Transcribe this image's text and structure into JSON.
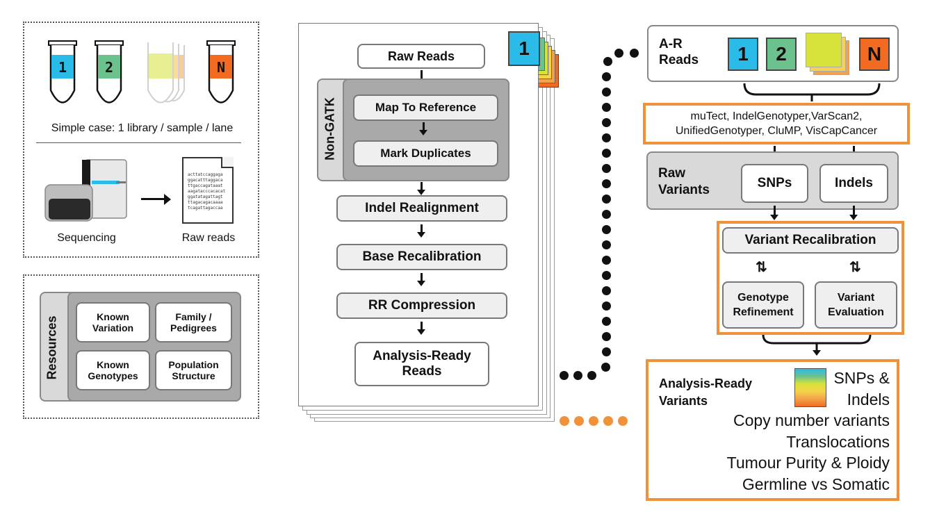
{
  "left_panel": {
    "tube_labels": [
      "1",
      "2",
      "N"
    ],
    "simple_case": "Simple case: 1 library / sample / lane",
    "sequencing_label": "Sequencing",
    "raw_reads_label": "Raw reads",
    "raw_reads_text": [
      "acttatccaggaga",
      "ggacatttaggaca",
      "ttgaccagataaat",
      "aagatacccacacat",
      "ggatatagattagt",
      "ttagacagacaaaa",
      "tcagattagaccaa"
    ]
  },
  "resources": {
    "title": "Resources",
    "items": [
      "Known\nVariation",
      "Family /\nPedigrees",
      "Known\nGenotypes",
      "Population\nStructure"
    ]
  },
  "pipeline": {
    "stack_label": "1",
    "raw_reads": "Raw Reads",
    "non_gatk_label": "Non-GATK",
    "map_to_reference": "Map To Reference",
    "mark_duplicates": "Mark Duplicates",
    "indel_realignment": "Indel Realignment",
    "base_recalibration": "Base Recalibration",
    "rr_compression": "RR Compression",
    "analysis_ready_reads": "Analysis-Ready\nReads"
  },
  "right_panel": {
    "ar_reads": "A-R\nReads",
    "read_labels": [
      "1",
      "2",
      "N"
    ],
    "callers": "muTect, IndelGenotyper,VarScan2,\nUnifiedGenotyper, CluMP, VisCapCancer",
    "raw_variants": "Raw\nVariants",
    "snps": "SNPs",
    "indels": "Indels",
    "variant_recalibration": "Variant Recalibration",
    "genotype_refinement": "Genotype\nRefinement",
    "variant_evaluation": "Variant\nEvaluation",
    "analysis_ready_variants": "Analysis-Ready\nVariants",
    "outputs": [
      "SNPs &",
      "Indels",
      "Copy number variants",
      "Translocations",
      "Tumour Purity & Ploidy",
      "Germline vs Somatic"
    ]
  },
  "colors": {
    "blue": "#2bbbe8",
    "green": "#6cc28d",
    "yellow": "#d7e23a",
    "orange": "#f26b21",
    "orange_border": "#f0923a",
    "gray_panel": "#a9a9a9",
    "light_gray": "#d9d9d9"
  }
}
